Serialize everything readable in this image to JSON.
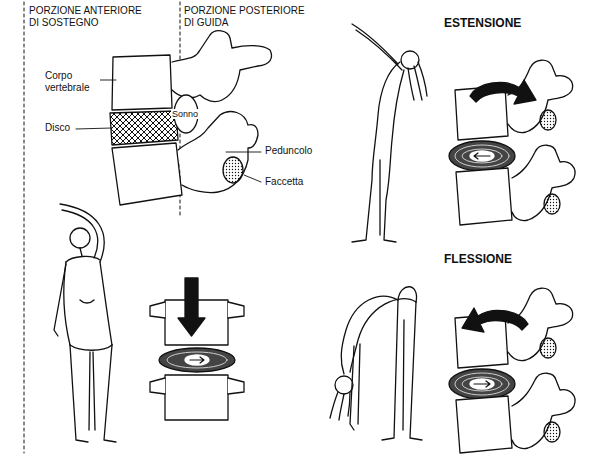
{
  "diagram": {
    "labels": [
      "PORZIONE ANTERIORE DI SOSTEGNO",
      "PORZIONE POSTERIORE DI GUIDA",
      "Corpo vertebrale",
      "Disco",
      "Sonno",
      "Peduncolo",
      "Faccetta",
      "ESTENSIONE",
      "FLESSIONE"
    ]
  }
}
